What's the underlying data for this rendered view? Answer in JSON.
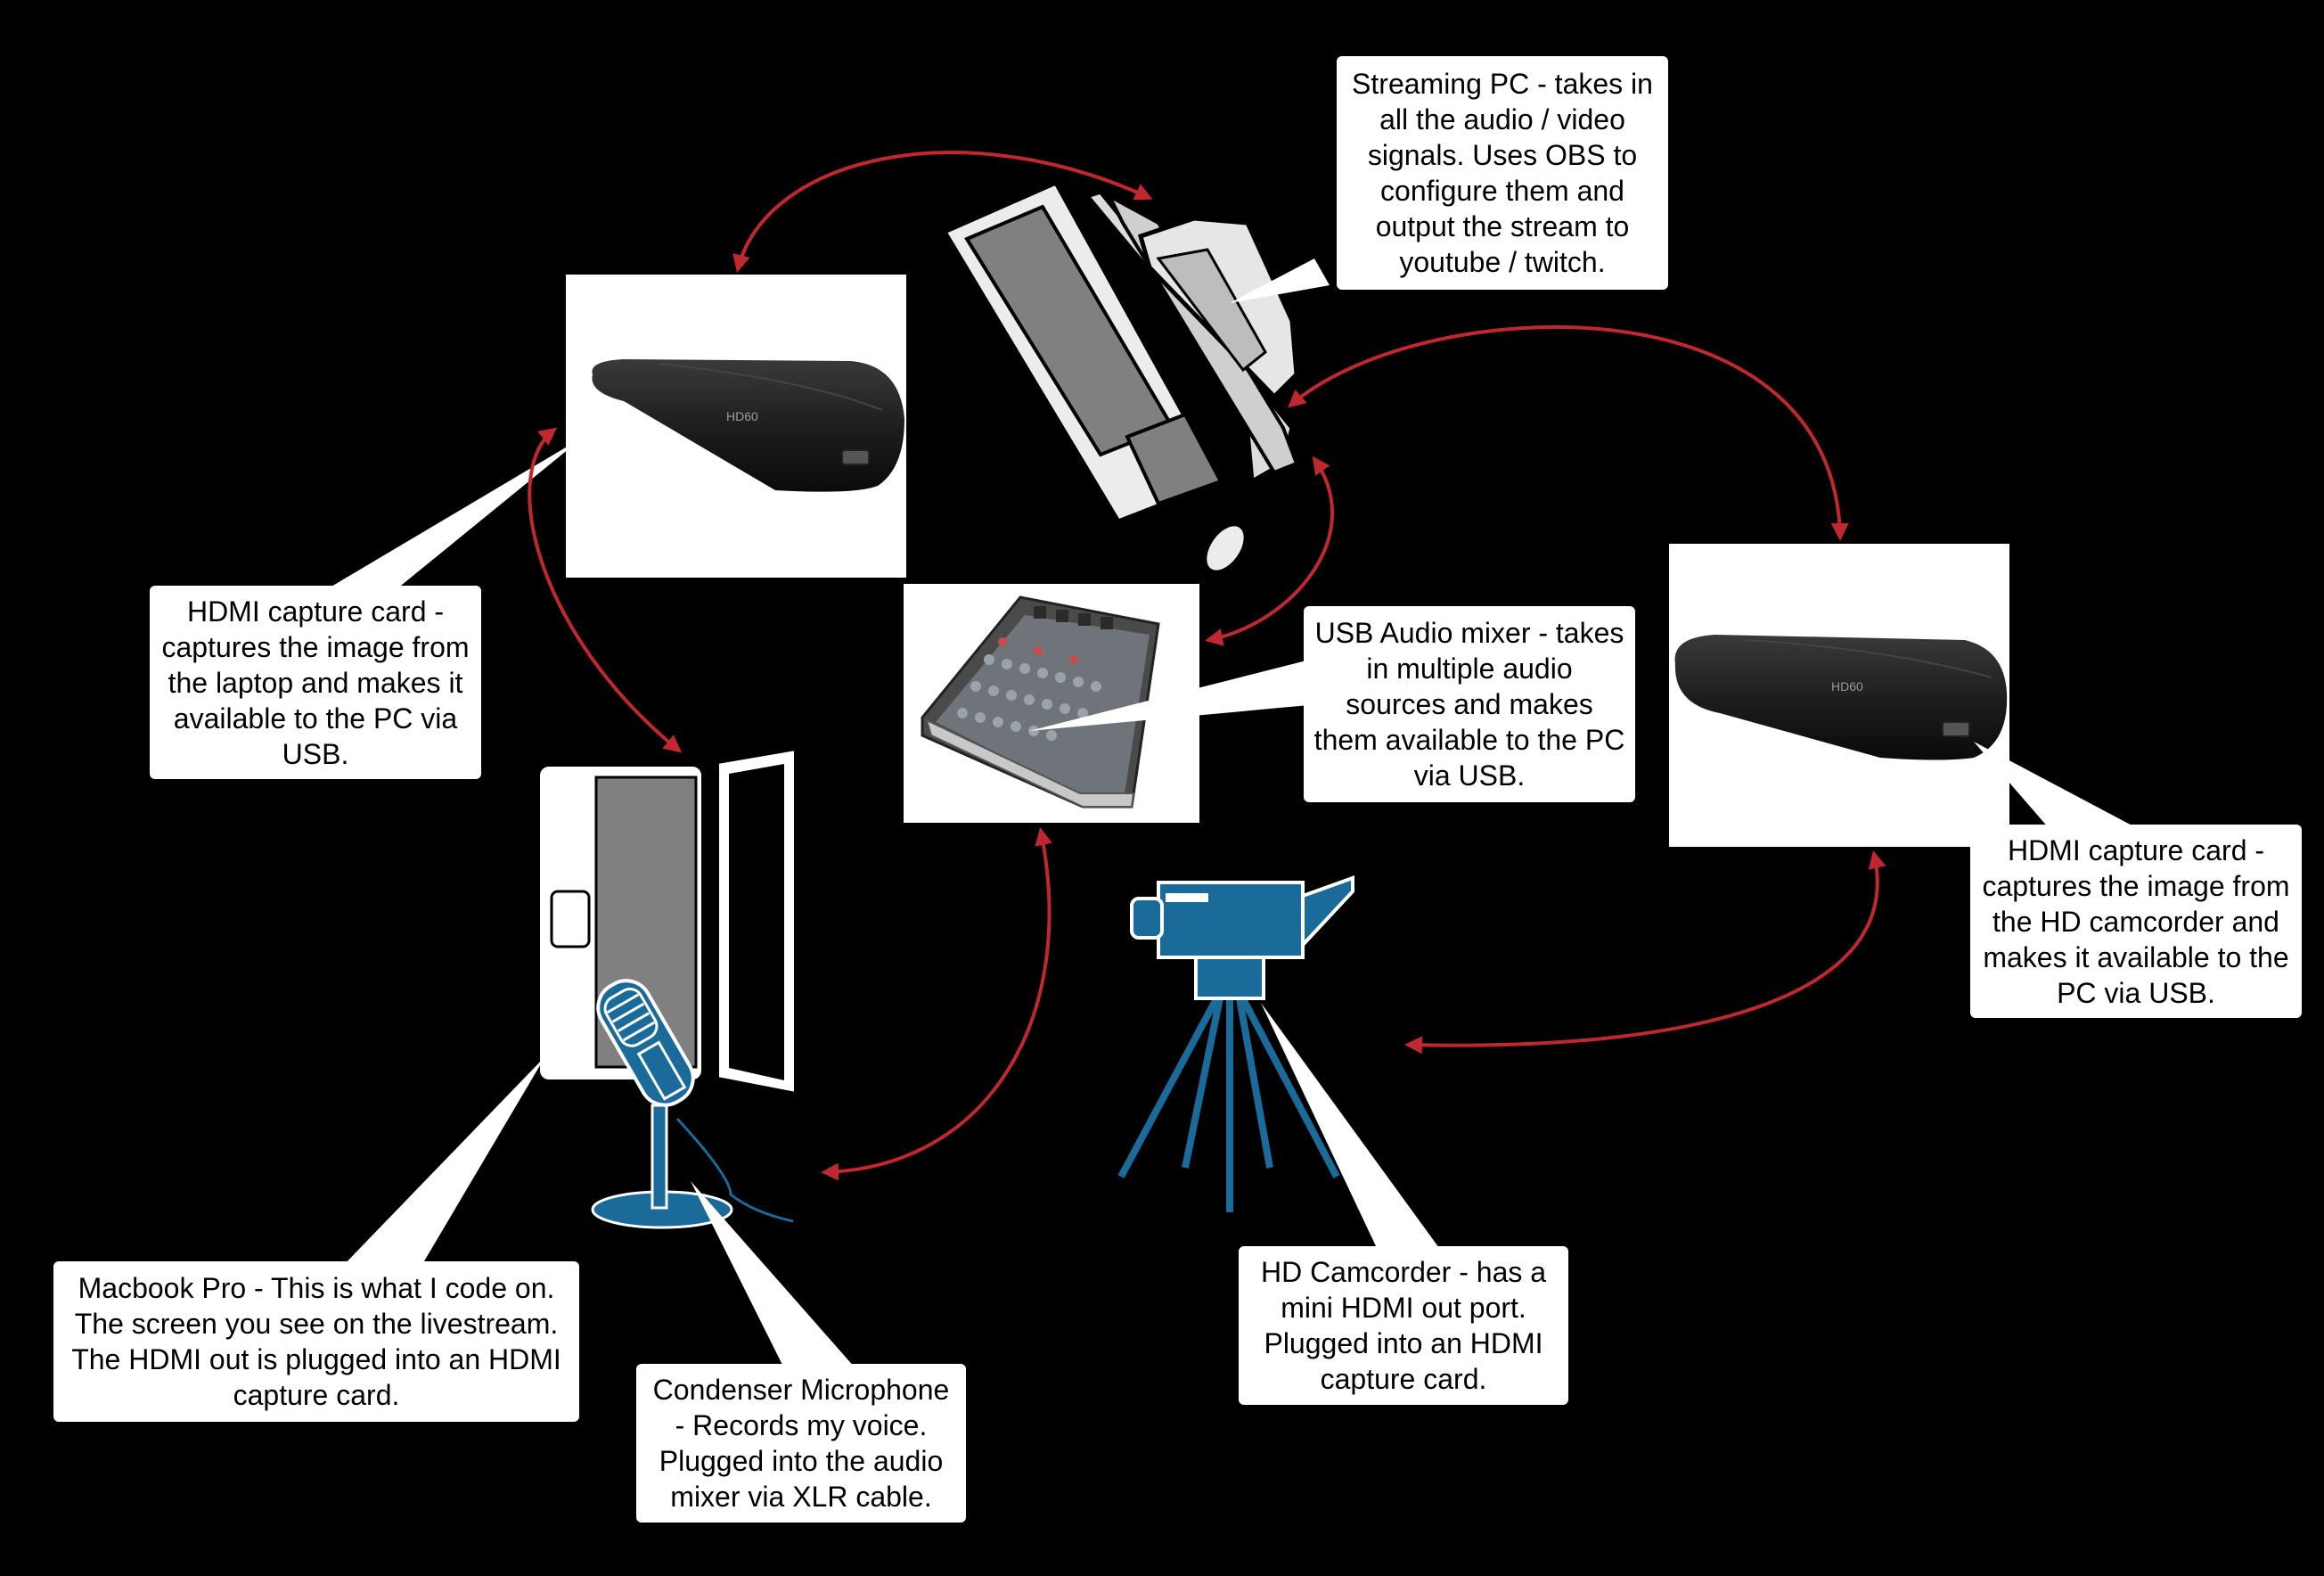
{
  "callouts": {
    "streaming_pc": "Streaming PC - takes in all the audio / video signals. Uses OBS to configure them and output the stream to youtube / twitch.",
    "capture_card_laptop": "HDMI capture card - captures the image from the laptop and makes it available to the PC via USB.",
    "usb_mixer": "USB Audio mixer - takes in multiple audio sources and makes them available to the PC via USB.",
    "capture_card_camcorder": "HDMI capture card - captures the image from the HD camcorder and makes it available to the PC via USB.",
    "macbook": "Macbook Pro - This is what I code on. The screen you see on the livestream. The HDMI out is plugged into an HDMI capture card.",
    "microphone": "Condenser Microphone - Records my voice. Plugged into the audio mixer via XLR cable.",
    "camcorder": "HD Camcorder - has a mini HDMI out port. Plugged into an HDMI capture card."
  },
  "capture_card_brand": "HD60",
  "colors": {
    "background": "#000000",
    "arrow": "#c0282f",
    "camera_blue": "#1a6a9a",
    "card_black": "#1b1b1b",
    "screen_gray": "#808080",
    "pc_light": "#e8e8e8"
  },
  "icons": [
    "streaming-pc-icon",
    "capture-card-icon",
    "audio-mixer-icon",
    "laptop-icon",
    "microphone-icon",
    "camcorder-icon"
  ]
}
